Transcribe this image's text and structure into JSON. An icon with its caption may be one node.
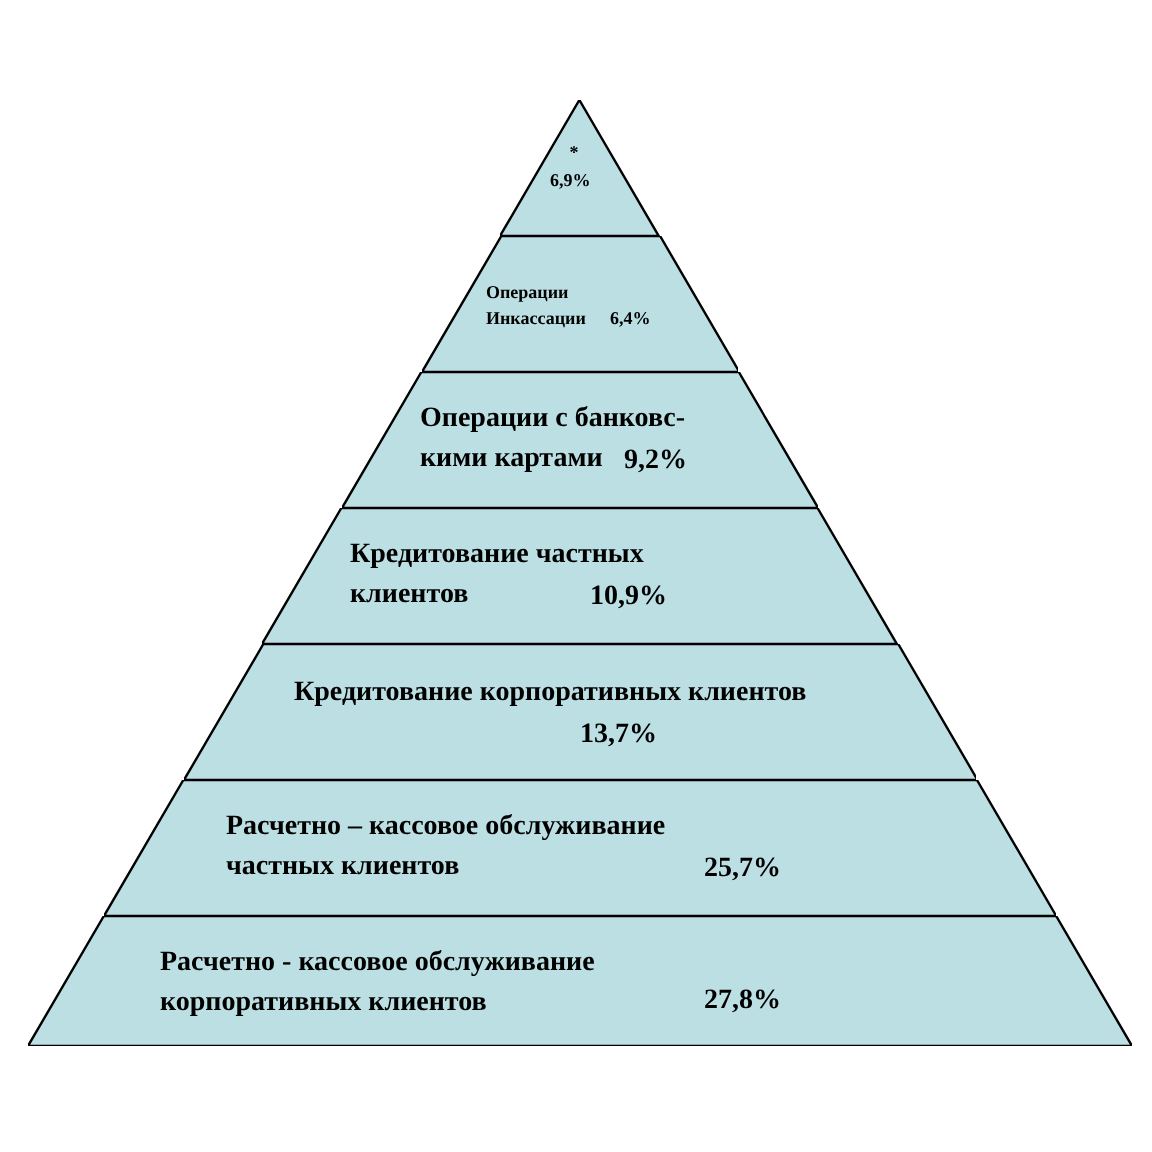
{
  "diagram": {
    "nodes": [
      {
        "text": [
          "*",
          "6,9%"
        ]
      },
      {
        "text": [
          "Операции Инкассации",
          "6,4%"
        ]
      },
      {
        "text": [
          "Операции с банковс- кими картами",
          "9,2%"
        ]
      },
      {
        "text": [
          "Кредитование частных клиентов",
          "10,9%"
        ]
      },
      {
        "text": [
          "Кредитование корпоративных клиентов",
          "13,7%"
        ]
      },
      {
        "text": [
          "Расчетно – кассовое обслуживание частных клиентов",
          "25,7%"
        ]
      },
      {
        "text": [
          "Расчетно - кассовое обслуживание корпоративных клиентов",
          "27,8%"
        ]
      }
    ]
  }
}
